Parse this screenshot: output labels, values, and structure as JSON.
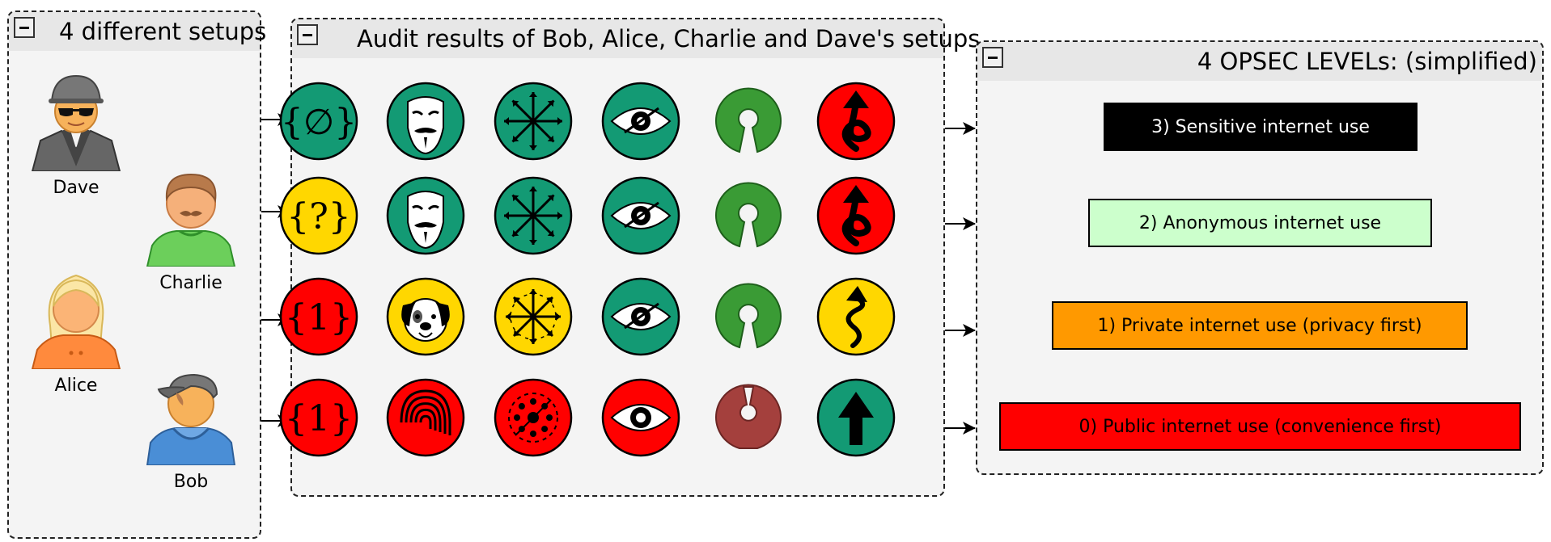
{
  "panels": {
    "setups_title": "4 different setups",
    "audit_title": "Audit results of Bob, Alice, Charlie and Dave's setups",
    "levels_title": "4 OPSEC LEVELs: (simplified)"
  },
  "people": [
    {
      "name": "Dave",
      "icon": "spy-avatar-icon"
    },
    {
      "name": "Charlie",
      "icon": "mustache-avatar-icon"
    },
    {
      "name": "Alice",
      "icon": "blonde-avatar-icon"
    },
    {
      "name": "Bob",
      "icon": "cap-avatar-icon"
    }
  ],
  "levels": [
    {
      "label": "3) Sensitive internet use",
      "bg": "#000000",
      "fg": "#ffffff"
    },
    {
      "label": "2) Anonymous internet use",
      "bg": "#ccffcc",
      "fg": "#000000"
    },
    {
      "label": "1) Private internet use (privacy first)",
      "bg": "#ff9900",
      "fg": "#000000"
    },
    {
      "label": "0) Public internet use (convenience first)",
      "bg": "#ff0000",
      "fg": "#000000"
    }
  ],
  "colors": {
    "green": "#139a74",
    "yellow": "#ffd700",
    "red": "#ff0000",
    "keyhole_green": "#3a9b35",
    "keyhole_brown": "#a4403d"
  },
  "audit_grid": [
    [
      {
        "icon": "zero-set-icon",
        "color": "green",
        "glyph": "{∅}"
      },
      {
        "icon": "guy-fawkes-mask-icon",
        "color": "green"
      },
      {
        "icon": "decentralized-star-icon",
        "color": "green"
      },
      {
        "icon": "hidden-eye-icon",
        "color": "green"
      },
      {
        "icon": "open-source-keyhole-icon",
        "color": "keyhole_green"
      },
      {
        "icon": "tangled-arrow-icon",
        "color": "red"
      }
    ],
    [
      {
        "icon": "unknown-set-icon",
        "color": "yellow",
        "glyph": "{?}"
      },
      {
        "icon": "guy-fawkes-mask-icon",
        "color": "green"
      },
      {
        "icon": "decentralized-star-icon",
        "color": "green"
      },
      {
        "icon": "hidden-eye-icon",
        "color": "green"
      },
      {
        "icon": "open-source-keyhole-icon",
        "color": "keyhole_green"
      },
      {
        "icon": "tangled-arrow-icon",
        "color": "red"
      }
    ],
    [
      {
        "icon": "one-set-icon",
        "color": "red",
        "glyph": "{1}"
      },
      {
        "icon": "dog-face-icon",
        "color": "yellow"
      },
      {
        "icon": "semi-decentralized-icon",
        "color": "yellow"
      },
      {
        "icon": "hidden-eye-icon",
        "color": "green"
      },
      {
        "icon": "open-source-keyhole-icon",
        "color": "keyhole_green"
      },
      {
        "icon": "winding-arrow-icon",
        "color": "yellow"
      }
    ],
    [
      {
        "icon": "one-set-icon",
        "color": "red",
        "glyph": "{1}"
      },
      {
        "icon": "fingerprint-icon",
        "color": "red"
      },
      {
        "icon": "centralized-target-icon",
        "color": "red"
      },
      {
        "icon": "visible-eye-icon",
        "color": "red"
      },
      {
        "icon": "closed-source-keyhole-icon",
        "color": "keyhole_brown"
      },
      {
        "icon": "straight-arrow-icon",
        "color": "green"
      }
    ]
  ]
}
